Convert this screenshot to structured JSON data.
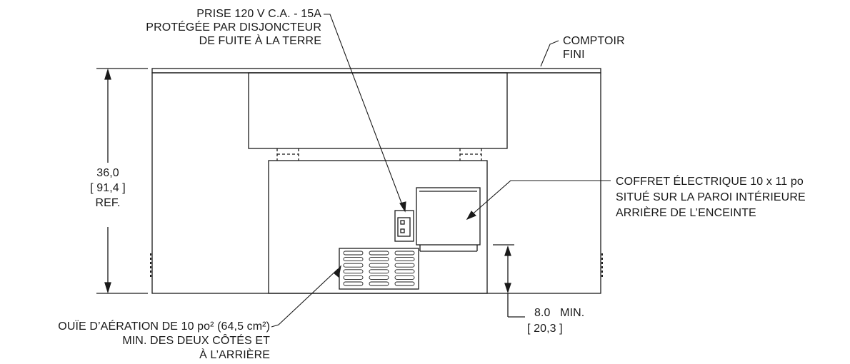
{
  "labels": {
    "receptacle": [
      "PRISE 120 V C.A. - 15A",
      "PROTÉGÉE PAR DISJONCTEUR",
      "DE FUITE À LA TERRE"
    ],
    "countertop": [
      "COMPTOIR",
      "FINI"
    ],
    "height_dimension": [
      "36,0",
      "[ 91,4 ]",
      "REF."
    ],
    "electrical_box": [
      "COFFRET ÉLECTRIQUE 10 x 11 po",
      "SITUÉ SUR LA PAROI INTÉRIEURE",
      "ARRIÈRE DE L’ENCEINTE"
    ],
    "vent": [
      "OUÏE D’AÉRATION DE 10 po² (64,5 cm²)",
      "MIN. DES DEUX CÔTÉS ET",
      "À L’ARRIÈRE"
    ],
    "clearance_dimension": [
      "8.0   MIN.",
      "[ 20,3 ]"
    ]
  },
  "colors": {
    "line": "#1a1a1a",
    "background": "#ffffff"
  }
}
